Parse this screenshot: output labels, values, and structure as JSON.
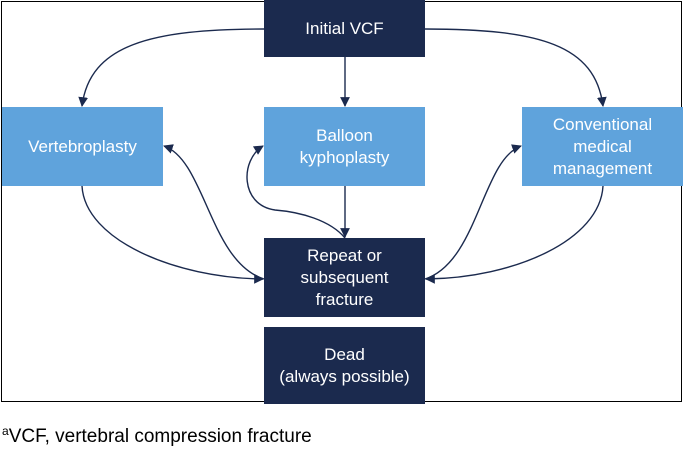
{
  "nodes": {
    "initial": {
      "lines": [
        "Initial VCF"
      ]
    },
    "vertebroplasty": {
      "lines": [
        "Vertebroplasty"
      ]
    },
    "balloon": {
      "lines": [
        "Balloon",
        "kyphoplasty"
      ]
    },
    "conventional": {
      "lines": [
        "Conventional",
        "medical",
        "management"
      ]
    },
    "repeat": {
      "lines": [
        "Repeat or",
        "subsequent",
        "fracture"
      ]
    },
    "dead": {
      "lines": [
        "Dead",
        "(always possible)"
      ]
    }
  },
  "footnote": {
    "marker": "a",
    "text": "VCF, vertebral compression fracture"
  },
  "colors": {
    "dark_box": "#1b2a4e",
    "light_box": "#5fa3dc",
    "arrow": "#1b2a4e"
  }
}
